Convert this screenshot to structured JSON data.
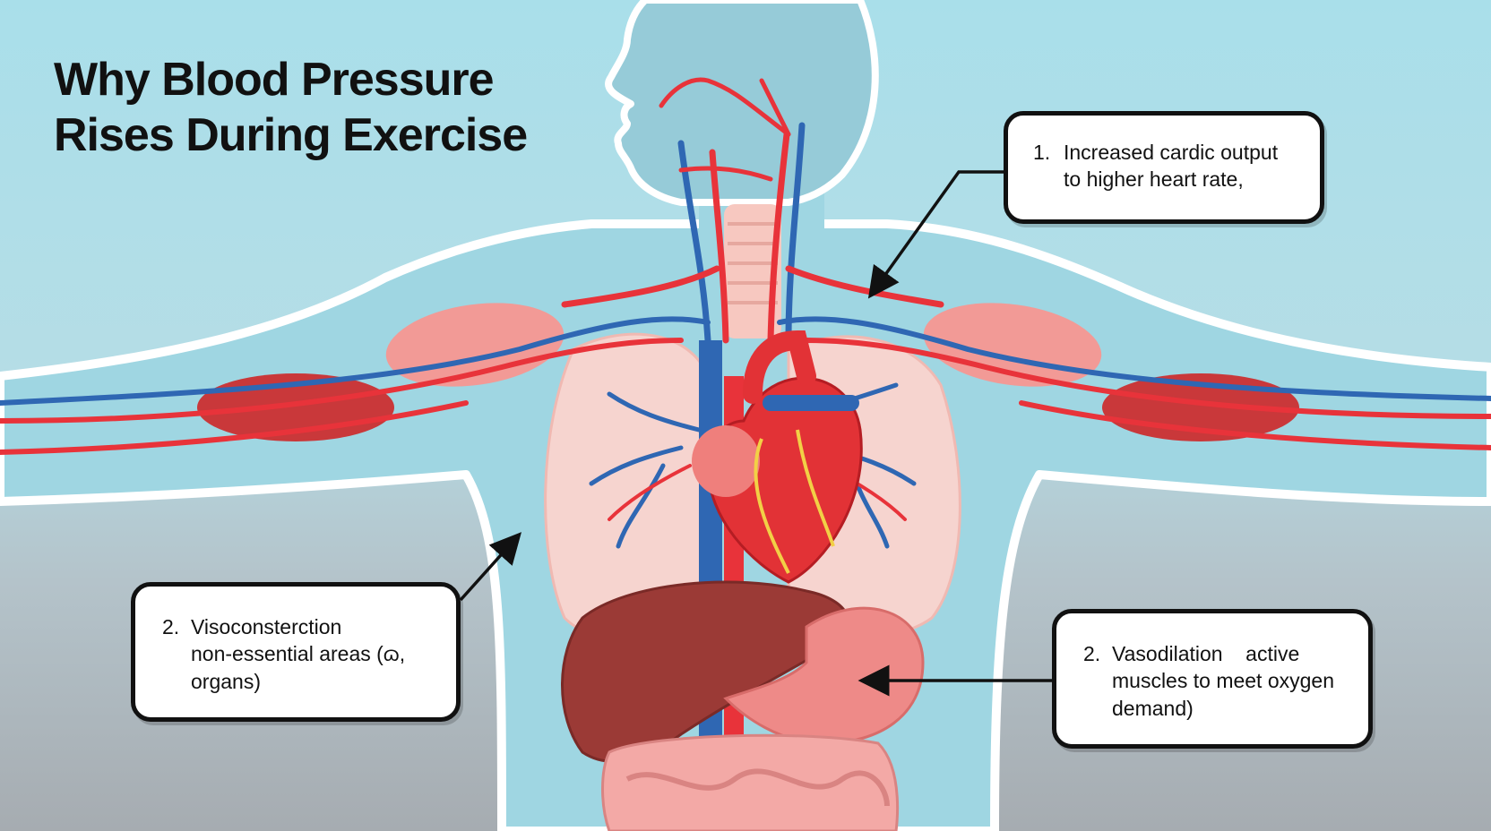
{
  "title": {
    "line1": "Why Blood Pressure",
    "line2": "Rises During Exercise"
  },
  "callouts": [
    {
      "number": "1.",
      "lines": [
        "Increased cardic output",
        "to higher heart rate,"
      ]
    },
    {
      "number": "2.",
      "lines": [
        "Visoconsterction",
        "non-essential areas (ɷ,",
        "organs)"
      ]
    },
    {
      "number": "2.",
      "lines": [
        "Vasodilation    active",
        "muscles to meet oxygen",
        "demand)"
      ]
    }
  ],
  "colors": {
    "artery": "#e8333a",
    "vein": "#2f67b3",
    "skin": "#9fd6e2",
    "outline": "#ffffff",
    "heart": "#e23236",
    "liver": "#9b3a36",
    "stomach": "#ee8a88",
    "intestine": "#f3a9a6",
    "lung": "#f6d4cf",
    "muscle": "#c9383a"
  }
}
